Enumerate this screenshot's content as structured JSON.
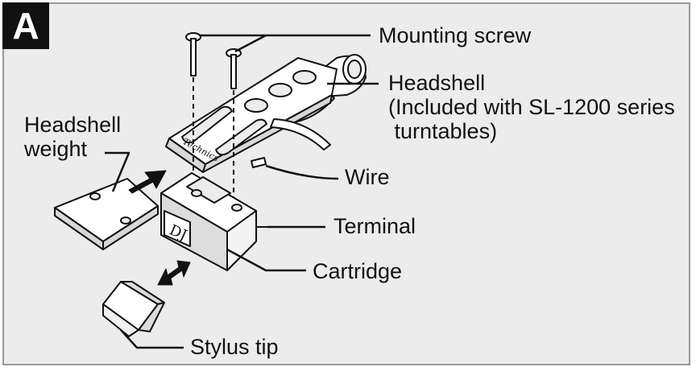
{
  "figure": {
    "panel_letter": "A",
    "frame_color": "#9a9a9a",
    "background_color": "#ececec",
    "ink_color": "#111111",
    "brand_mark": "Technics",
    "cartridge_mark": "DJ"
  },
  "labels": {
    "mounting_screw": "Mounting screw",
    "headshell_line1": "Headshell",
    "headshell_line2": "(Included with SL-1200 series",
    "headshell_line3": " turntables)",
    "headshell_weight_line1": "Headshell",
    "headshell_weight_line2": "weight",
    "wire": "Wire",
    "terminal": "Terminal",
    "cartridge": "Cartridge",
    "stylus_tip": "Stylus tip"
  }
}
